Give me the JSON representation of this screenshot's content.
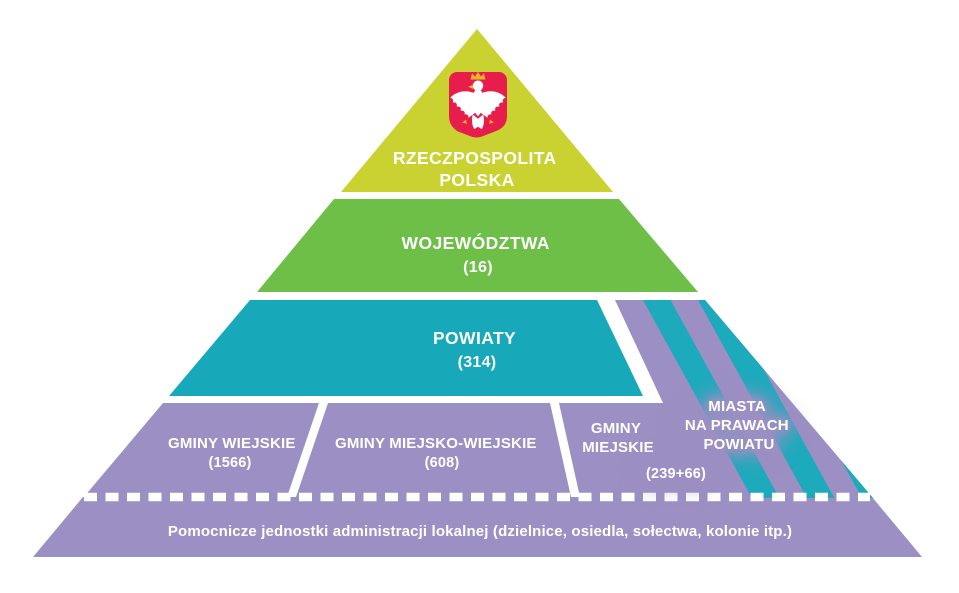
{
  "colors": {
    "lime": "#c9d230",
    "green": "#6dbf47",
    "teal": "#17a8ba",
    "stripe_teal": "#1caabc",
    "purple": "#9c8fc3",
    "shield_red": "#e71e4c",
    "gold": "#f0b429",
    "text": "#ffffff"
  },
  "pyramid": {
    "level1": {
      "emblem": "polish-eagle-emblem",
      "lines": [
        "RZECZPOSPOLITA",
        "POLSKA"
      ]
    },
    "level2": {
      "label": "WOJEWÓDZTWA",
      "count": "(16)"
    },
    "level3": {
      "label": "POWIATY",
      "count": "(314)"
    },
    "level4": {
      "sections": [
        {
          "label": "GMINY WIEJSKIE",
          "count": "(1566)"
        },
        {
          "label": "GMINY MIEJSKO-WIEJSKIE",
          "count": "(608)"
        },
        {
          "lines": [
            "GMINY",
            "MIEJSKIE"
          ]
        },
        {
          "lines": [
            "MIASTA",
            "NA PRAWACH",
            "POWIATU"
          ]
        }
      ],
      "shared_count": "(239+66)"
    },
    "base": {
      "label": "Pomocnicze jednostki administracji lokalnej (dzielnice, osiedla, sołectwa, kolonie itp.)"
    }
  }
}
